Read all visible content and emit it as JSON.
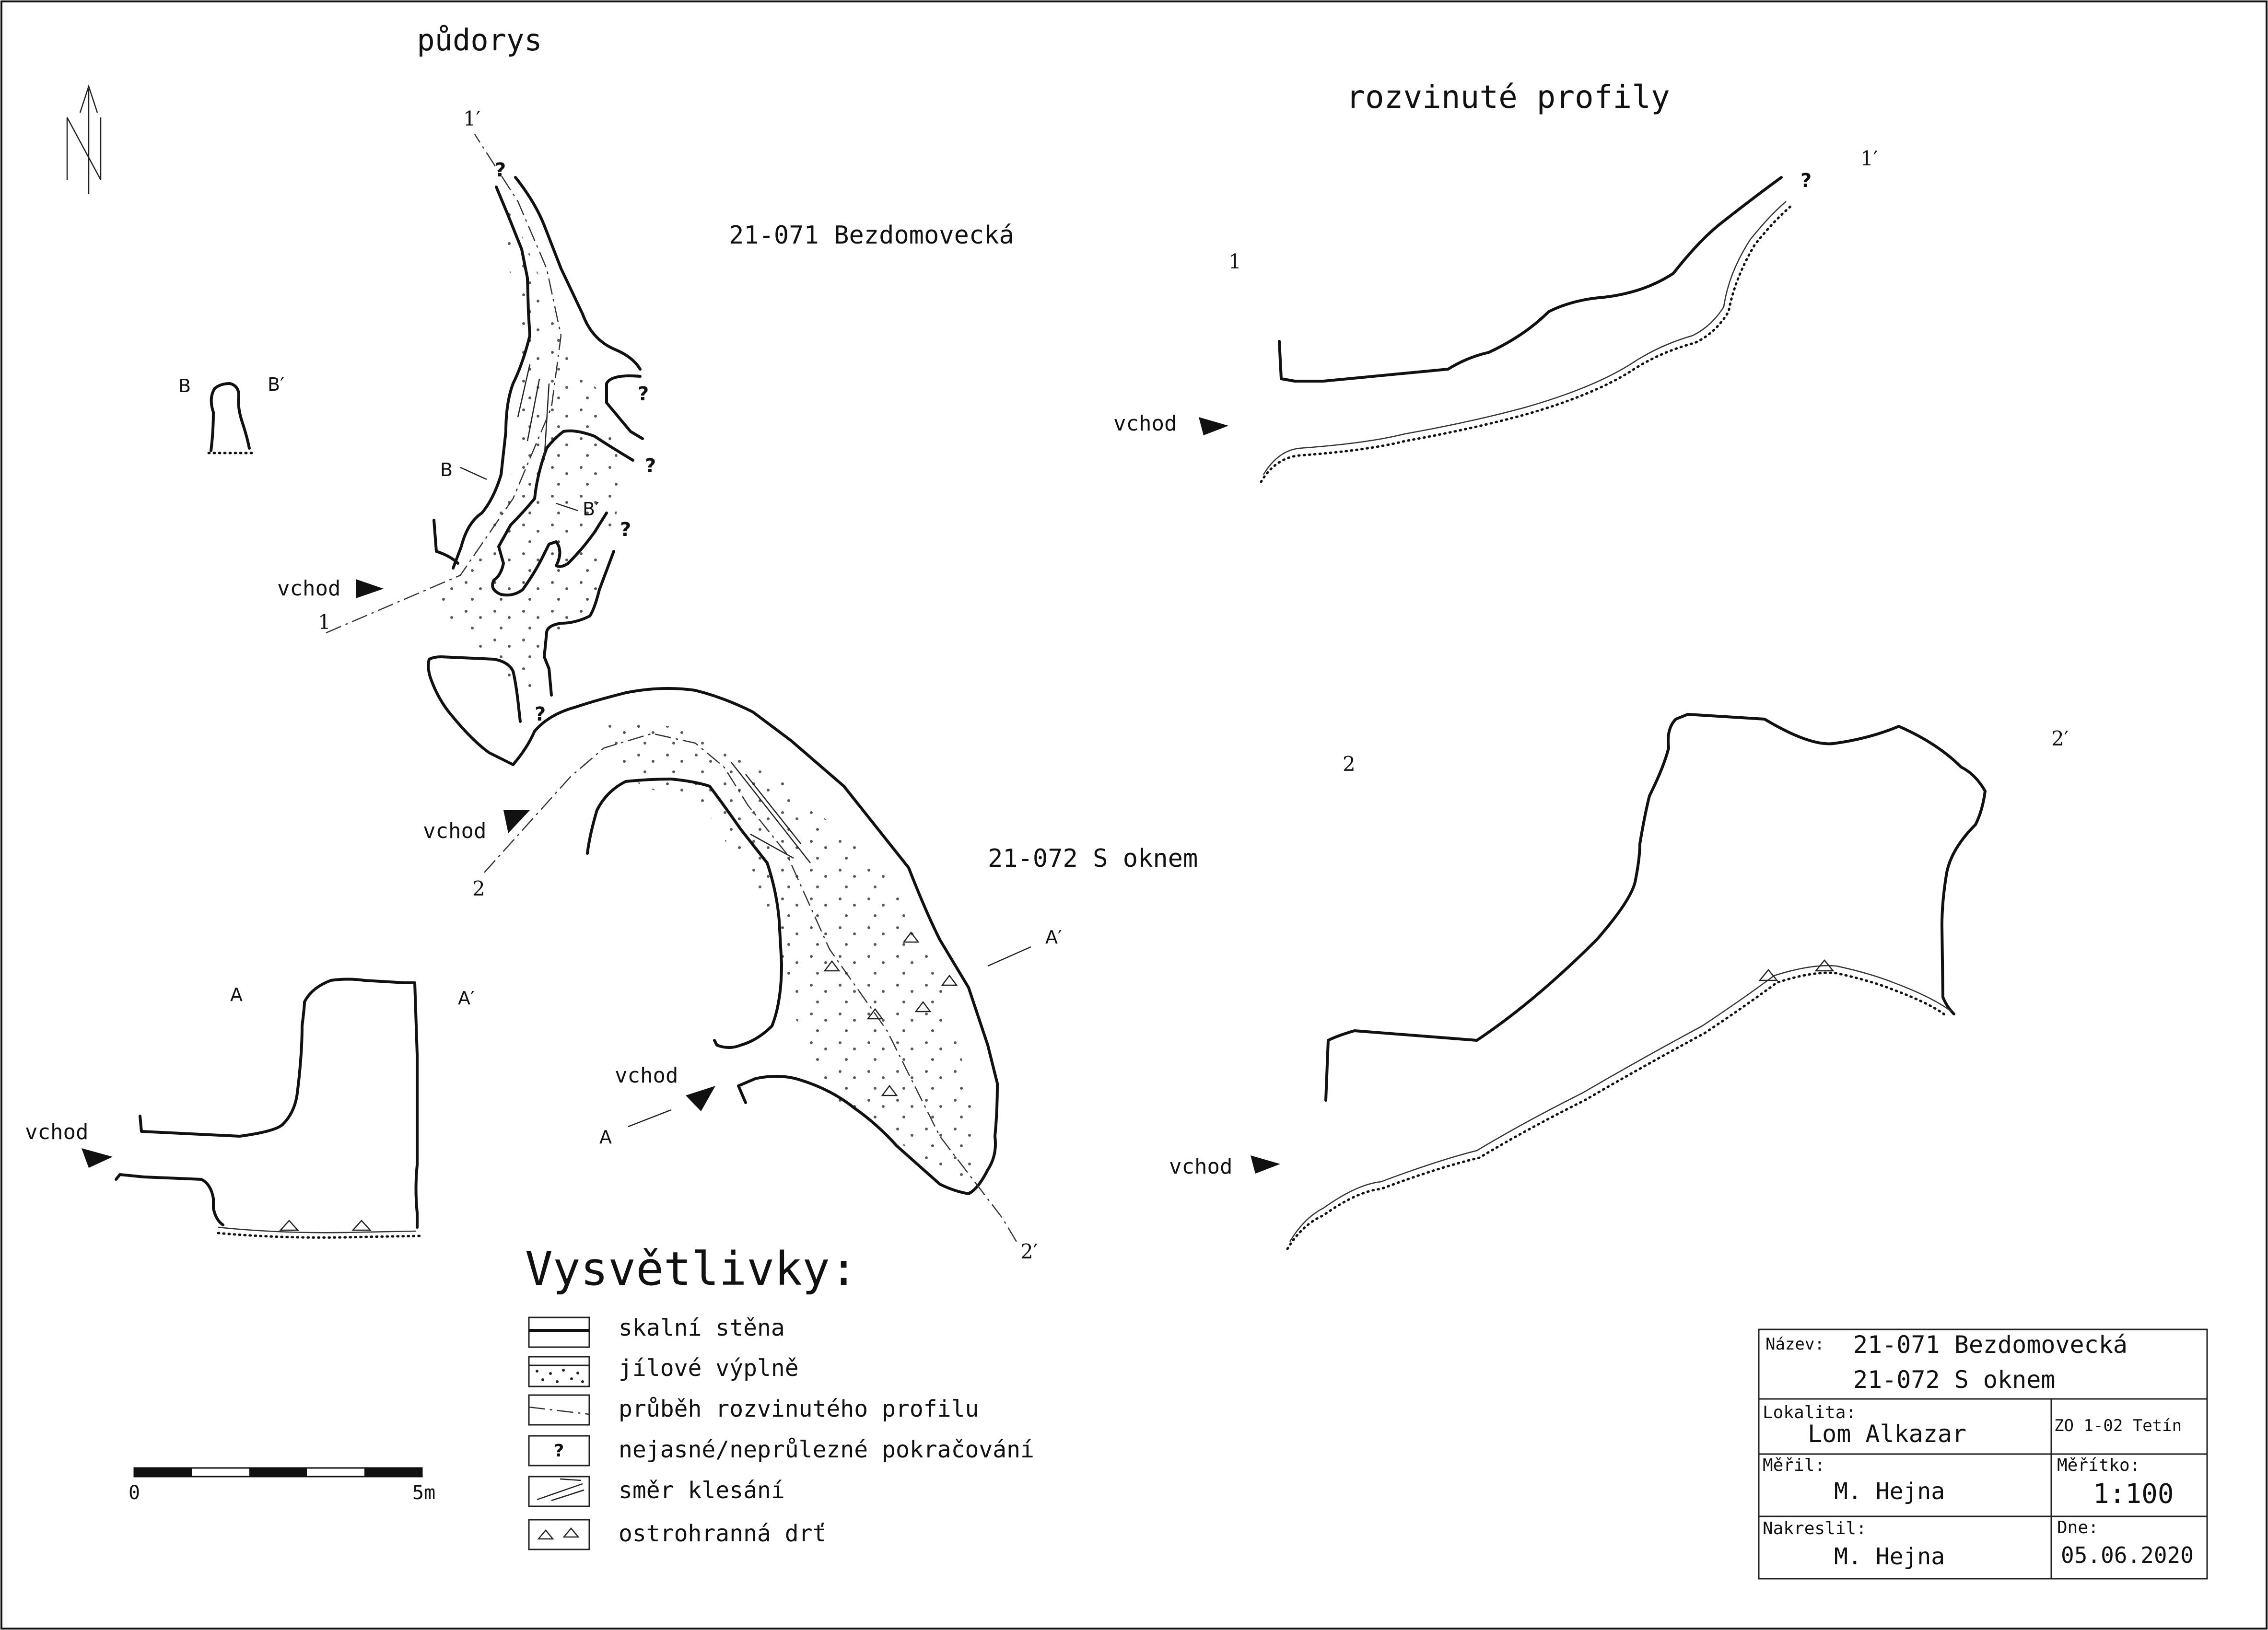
{
  "titles": {
    "plan": "půdorys",
    "profiles": "rozvinuté profily"
  },
  "north_symbol": "N",
  "caves": {
    "cave1": "21-071 Bezdomovecká",
    "cave2": "21-072 S oknem"
  },
  "markers": {
    "question": "?",
    "entrance": "vchod",
    "p1_start": "1",
    "p1_end": "1′",
    "p2_start": "2",
    "p2_end": "2′",
    "sec_a": "A",
    "sec_a_end": "A′",
    "sec_b": "B",
    "sec_b_end": "B′"
  },
  "legend": {
    "title": "Vysvětlivky:",
    "items": [
      {
        "id": "wall",
        "label": "skalní stěna"
      },
      {
        "id": "clay",
        "label": "jílové výplně"
      },
      {
        "id": "profile-line",
        "label": "průběh rozvinutého profilu"
      },
      {
        "id": "unclear",
        "label": "nejasné/neprůlezné pokračování",
        "symbol": "?"
      },
      {
        "id": "slope",
        "label": "směr klesání"
      },
      {
        "id": "debris",
        "label": "ostrohranná drť"
      }
    ]
  },
  "scale_bar": {
    "min_label": "0",
    "max_label": "5m"
  },
  "title_block": {
    "name_label": "Název:",
    "name_1": "21-071 Bezdomovecká",
    "name_2": "21-072 S oknem",
    "locality_label": "Lokalita:",
    "locality": "Lom Alkazar",
    "zo": "ZO 1-02 Tetín",
    "surveyed_label": "Měřil:",
    "surveyed_by": "M. Hejna",
    "scale_label": "Měřítko:",
    "scale": "1:100",
    "drawn_label": "Nakreslil:",
    "drawn_by": "M. Hejna",
    "date_label": "Dne:",
    "date": "05.06.2020"
  }
}
